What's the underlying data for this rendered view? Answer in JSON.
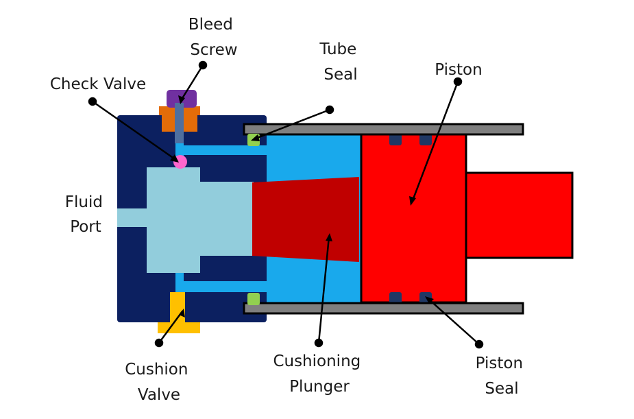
{
  "labels": {
    "bleed_screw": [
      "Bleed",
      "Screw"
    ],
    "tube_seal": [
      "Tube",
      "Seal"
    ],
    "piston": [
      "Piston"
    ],
    "check_valve": [
      "Check Valve"
    ],
    "fluid_port": [
      "Fluid",
      "Port"
    ],
    "cushion_valve": [
      "Cushion",
      "Valve"
    ],
    "cushioning_plunger": [
      "Cushioning",
      "Plunger"
    ],
    "piston_seal": [
      "Piston",
      "Seal"
    ]
  },
  "colors": {
    "end_cap": "#0c2060",
    "fluid_channel": "#19a9ec",
    "fluid_port": "#92cddc",
    "plunger": "#c00000",
    "piston": "#ff0000",
    "tube": "#7f7f7f",
    "tube_seal": "#92d050",
    "piston_seal": "#1f3864",
    "cushion_valve": "#ffc000",
    "bleed_screw_head": "#7030a0",
    "bleed_screw_nut": "#e36c09",
    "bleed_screw_shaft": "#4f6f9f",
    "check_valve": "#ff66cc",
    "leader": "#000000"
  }
}
